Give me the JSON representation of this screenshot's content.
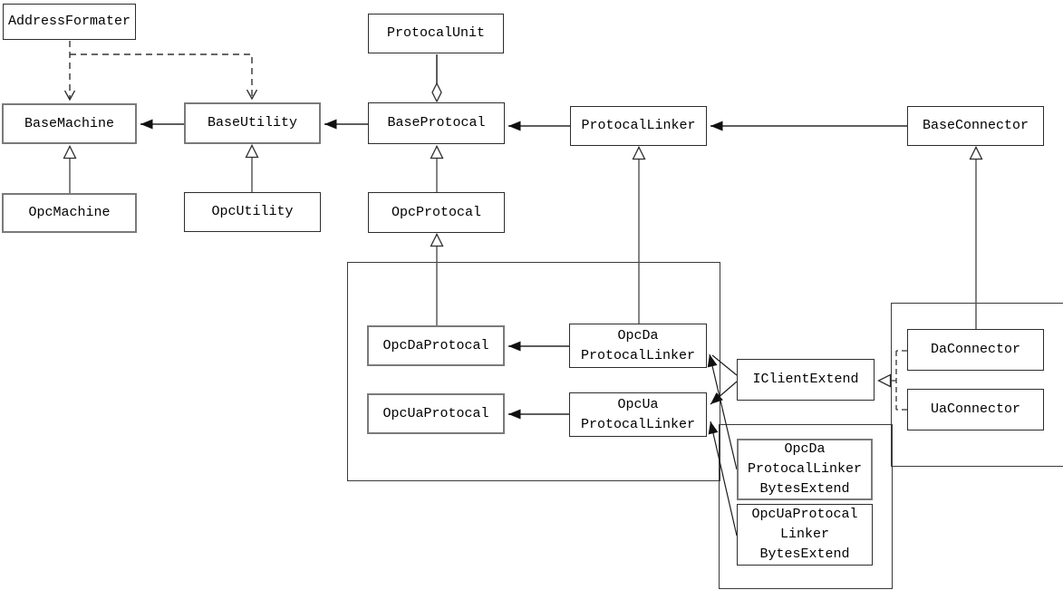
{
  "diagram": {
    "type": "uml-class-diagram",
    "background_color": "#ffffff",
    "box_fill_color": "#ffffff",
    "line_color": "#3a3a3a",
    "nodes": {
      "addressFormater": {
        "label": "AddressFormater"
      },
      "protocalUnit": {
        "label": "ProtocalUnit"
      },
      "baseMachine": {
        "label": "BaseMachine"
      },
      "baseUtility": {
        "label": "BaseUtility"
      },
      "baseProtocal": {
        "label": "BaseProtocal"
      },
      "protocalLinker": {
        "label": "ProtocalLinker"
      },
      "baseConnector": {
        "label": "BaseConnector"
      },
      "opcMachine": {
        "label": "OpcMachine"
      },
      "opcUtility": {
        "label": "OpcUtility"
      },
      "opcProtocal": {
        "label": "OpcProtocal"
      },
      "opcDaProtocal": {
        "label": "OpcDaProtocal"
      },
      "opcDaProtocalLinker": {
        "label": "OpcDa\nProtocalLinker"
      },
      "opcUaProtocal": {
        "label": "OpcUaProtocal"
      },
      "opcUaProtocalLinker": {
        "label": "OpcUa\nProtocalLinker"
      },
      "iClientExtend": {
        "label": "IClientExtend"
      },
      "daConnector": {
        "label": "DaConnector"
      },
      "uaConnector": {
        "label": "UaConnector"
      },
      "opcDaProtocalLinkerBytesExtend": {
        "label": "OpcDa\nProtocalLinker\nBytesExtend"
      },
      "opcUaProtocalLinkerBytesExtend": {
        "label": "OpcUaProtocal\nLinker\nBytesExtend"
      }
    },
    "edges": [
      {
        "from": "AddressFormater",
        "to": "BaseMachine",
        "type": "dependency",
        "style": "dashed-open-arrow"
      },
      {
        "from": "AddressFormater",
        "to": "BaseUtility",
        "type": "dependency",
        "style": "dashed-open-arrow"
      },
      {
        "from": "ProtocalUnit",
        "to": "BaseProtocal",
        "type": "aggregation",
        "style": "solid-hollow-diamond"
      },
      {
        "from": "BaseUtility",
        "to": "BaseMachine",
        "type": "association",
        "style": "solid-filled-arrow"
      },
      {
        "from": "BaseProtocal",
        "to": "BaseUtility",
        "type": "association",
        "style": "solid-filled-arrow"
      },
      {
        "from": "ProtocalLinker",
        "to": "BaseProtocal",
        "type": "association",
        "style": "solid-filled-arrow"
      },
      {
        "from": "BaseConnector",
        "to": "ProtocalLinker",
        "type": "association",
        "style": "solid-filled-arrow"
      },
      {
        "from": "OpcMachine",
        "to": "BaseMachine",
        "type": "inheritance",
        "style": "solid-hollow-triangle"
      },
      {
        "from": "OpcUtility",
        "to": "BaseUtility",
        "type": "inheritance",
        "style": "solid-hollow-triangle"
      },
      {
        "from": "OpcProtocal",
        "to": "BaseProtocal",
        "type": "inheritance",
        "style": "solid-hollow-triangle"
      },
      {
        "from": "OpcDaProtocal",
        "to": "OpcProtocal",
        "type": "inheritance",
        "style": "solid-hollow-triangle"
      },
      {
        "from": "OpcDaProtocalLinker",
        "to": "ProtocalLinker",
        "type": "inheritance",
        "style": "solid-hollow-triangle"
      },
      {
        "from": "DaConnector",
        "to": "BaseConnector",
        "type": "inheritance",
        "style": "solid-hollow-triangle"
      },
      {
        "from": "OpcDaProtocalLinker",
        "to": "OpcDaProtocal",
        "type": "association",
        "style": "solid-filled-arrow"
      },
      {
        "from": "OpcUaProtocalLinker",
        "to": "OpcUaProtocal",
        "type": "association",
        "style": "solid-filled-arrow"
      },
      {
        "from": "IClientExtend",
        "to": "OpcDaProtocalLinker",
        "type": "association",
        "style": "solid-filled-arrow"
      },
      {
        "from": "IClientExtend",
        "to": "OpcUaProtocalLinker",
        "type": "association",
        "style": "solid-filled-arrow"
      },
      {
        "from": "OpcDaProtocalLinkerBytesExtend",
        "to": "OpcDaProtocalLinker",
        "type": "association",
        "style": "solid-filled-arrow"
      },
      {
        "from": "OpcUaProtocalLinkerBytesExtend",
        "to": "OpcUaProtocalLinker",
        "type": "association",
        "style": "solid-filled-arrow"
      },
      {
        "from": "DaConnector",
        "to": "IClientExtend",
        "type": "realization",
        "style": "dashed-hollow-triangle"
      },
      {
        "from": "UaConnector",
        "to": "IClientExtend",
        "type": "realization",
        "style": "dashed-hollow-triangle"
      }
    ]
  }
}
